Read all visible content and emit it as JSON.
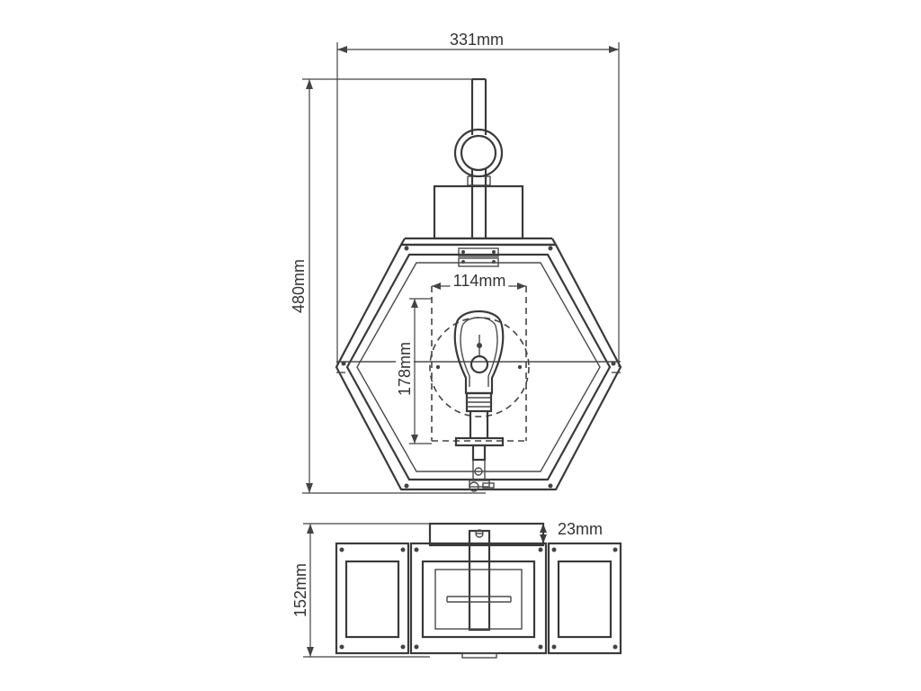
{
  "dimensions": {
    "overall_width": "331mm",
    "overall_height": "480mm",
    "socket_width": "114mm",
    "socket_height": "178mm",
    "depth": "152mm",
    "backplate_offset": "23mm"
  },
  "colors": {
    "line": "#3a3a3a",
    "background": "#ffffff"
  }
}
